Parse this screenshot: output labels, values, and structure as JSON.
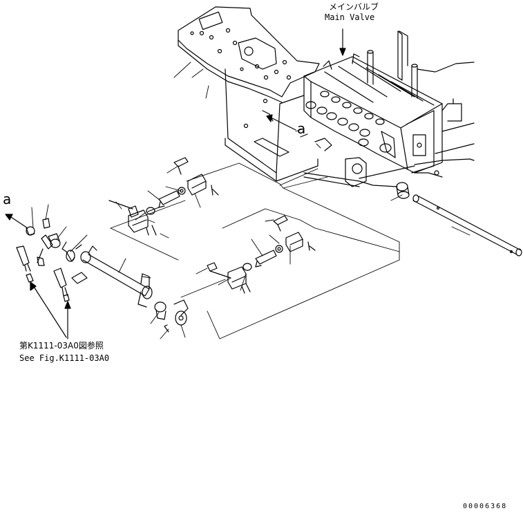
{
  "main_valve": {
    "jp": "メインバルブ",
    "en": "Main Valve"
  },
  "view_marker": "a",
  "reference": {
    "jp": "第K1111-03A0図参照",
    "en": "See Fig.K1111-03A0"
  },
  "drawing_number": "00006368"
}
